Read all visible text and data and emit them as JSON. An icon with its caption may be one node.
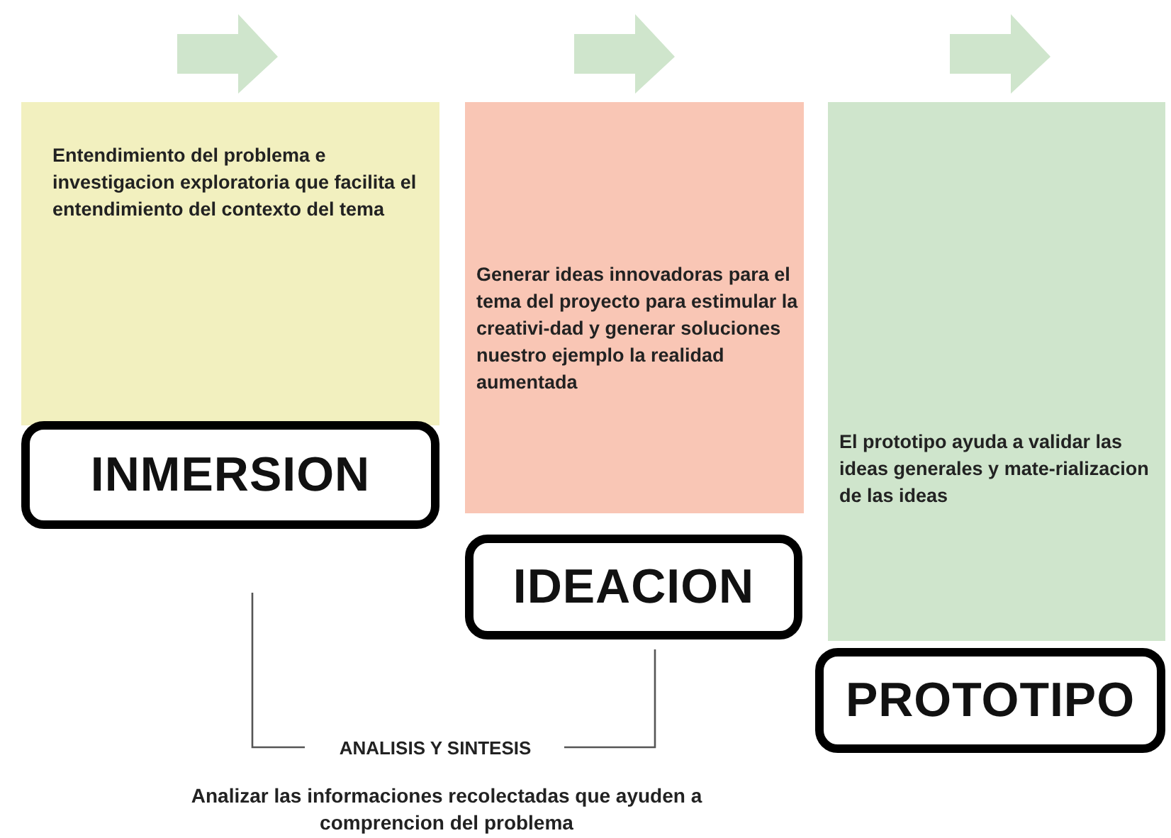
{
  "diagram": {
    "nodes": [
      {
        "text": [
          "Entendimiento del problema e investigacion exploratoria que facilita el entendimiento del contexto del tema"
        ]
      },
      {
        "text": [
          "INMERSION"
        ]
      },
      {
        "text": [
          "Generar ideas innovadoras para el tema del proyecto para estimular  la creativi-dad y generar soluciones nuestro ejemplo la realidad aumentada"
        ]
      },
      {
        "text": [
          "IDEACION"
        ]
      },
      {
        "text": [
          "El prototipo ayuda a validar las ideas generales y mate-rializacion de las ideas"
        ]
      },
      {
        "text": [
          "PROTOTIPO"
        ]
      }
    ],
    "labels": [
      "ANALISIS Y SINTESIS",
      "Analizar las informaciones recolectadas que ayuden a comprencion del problema"
    ]
  }
}
